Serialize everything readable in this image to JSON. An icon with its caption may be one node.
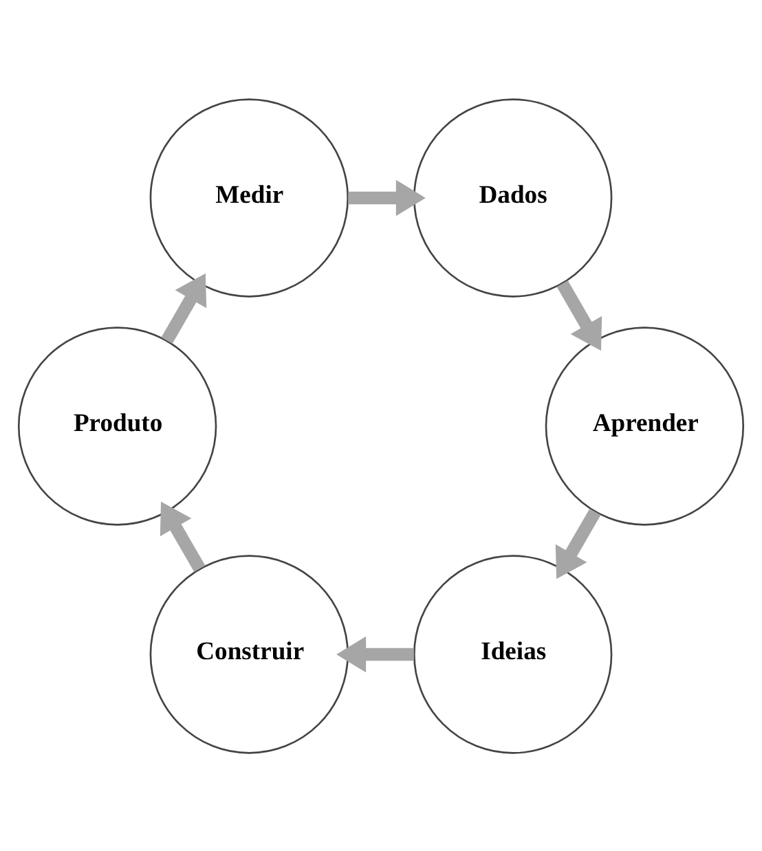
{
  "diagram": {
    "nodes": [
      {
        "text": [
          "Ideias"
        ]
      },
      {
        "text": [
          "Construir"
        ]
      },
      {
        "text": [
          "Produto"
        ]
      },
      {
        "text": [
          "Medir"
        ]
      },
      {
        "text": [
          "Dados"
        ]
      },
      {
        "text": [
          "Aprender"
        ]
      }
    ],
    "edges": [
      {
        "from": 0,
        "to": 1,
        "arrow": "to"
      },
      {
        "from": 1,
        "to": 2,
        "arrow": "to"
      },
      {
        "from": 2,
        "to": 3,
        "arrow": "to"
      },
      {
        "from": 3,
        "to": 4,
        "arrow": "to"
      },
      {
        "from": 4,
        "to": 5,
        "arrow": "to"
      },
      {
        "from": 5,
        "to": 0,
        "arrow": "to"
      }
    ]
  }
}
